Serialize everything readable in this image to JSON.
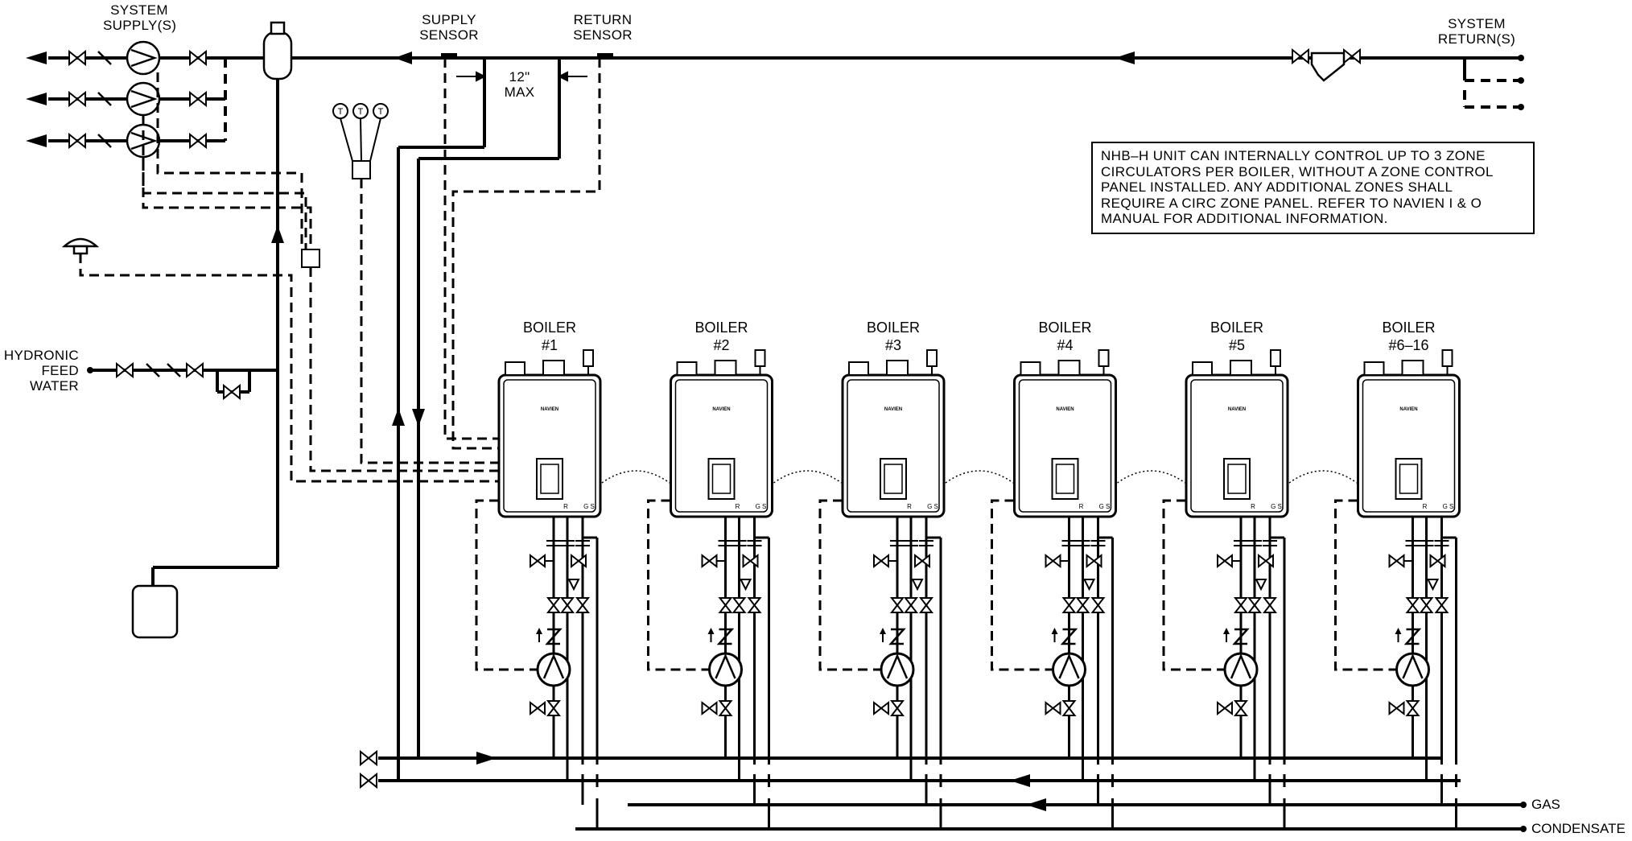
{
  "labels": {
    "system_supply": "SYSTEM\nSUPPLY(S)",
    "supply_sensor": "SUPPLY\nSENSOR",
    "return_sensor": "RETURN\nSENSOR",
    "system_return": "SYSTEM\nRETURN(S)",
    "spacing": "12\"\nMAX",
    "hydronic_feed": "HYDRONIC\nFEED\nWATER",
    "gas": "GAS",
    "condensate": "CONDENSATE",
    "thermostat_symbol": "T"
  },
  "note": "NHB–H UNIT CAN INTERNALLY CONTROL UP TO 3 ZONE\nCIRCULATORS PER BOILER, WITHOUT A ZONE CONTROL\nPANEL INSTALLED.  ANY ADDITIONAL ZONES SHALL\nREQUIRE A CIRC ZONE PANEL. REFER TO NAVIEN I & O\nMANUAL FOR ADDITIONAL INFORMATION.",
  "boilers": [
    {
      "title": "BOILER\n#1",
      "brand": "NAVIEN",
      "port_r": "R",
      "port_gs": "G S"
    },
    {
      "title": "BOILER\n#2",
      "brand": "NAVIEN",
      "port_r": "R",
      "port_gs": "G S"
    },
    {
      "title": "BOILER\n#3",
      "brand": "NAVIEN",
      "port_r": "R",
      "port_gs": "G S"
    },
    {
      "title": "BOILER\n#4",
      "brand": "NAVIEN",
      "port_r": "R",
      "port_gs": "G S"
    },
    {
      "title": "BOILER\n#5",
      "brand": "NAVIEN",
      "port_r": "R",
      "port_gs": "G S"
    },
    {
      "title": "BOILER\n#6–16",
      "brand": "NAVIEN",
      "port_r": "R",
      "port_gs": "G S"
    }
  ]
}
